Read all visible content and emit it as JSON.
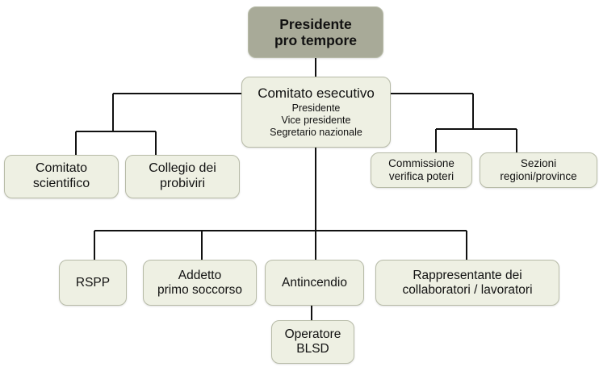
{
  "nodes": {
    "president": {
      "lines": [
        "Presidente",
        "pro tempore"
      ]
    },
    "executive": {
      "title": "Comitato esecutivo",
      "members": [
        "Presidente",
        "Vice presidente",
        "Segretario nazionale"
      ]
    },
    "scientific": {
      "lines": [
        "Comitato",
        "scientifico"
      ]
    },
    "probiviri": {
      "lines": [
        "Collegio dei",
        "probiviri"
      ]
    },
    "commissione": {
      "lines": [
        "Commissione",
        "verifica poteri"
      ]
    },
    "sezioni": {
      "lines": [
        "Sezioni",
        "regioni/province"
      ]
    },
    "rspp": {
      "lines": [
        "RSPP"
      ]
    },
    "addetto": {
      "lines": [
        "Addetto",
        "primo soccorso"
      ]
    },
    "antincendio": {
      "lines": [
        "Antincendio"
      ]
    },
    "rappresentante": {
      "lines": [
        "Rappresentante dei",
        "collaboratori / lavoratori"
      ]
    },
    "operatore": {
      "lines": [
        "Operatore",
        "BLSD"
      ]
    }
  },
  "colors": {
    "top_node_fill": "#a8aa98",
    "node_fill": "#eef0e3",
    "node_border": "#b7bba7",
    "connector": "#111111"
  }
}
